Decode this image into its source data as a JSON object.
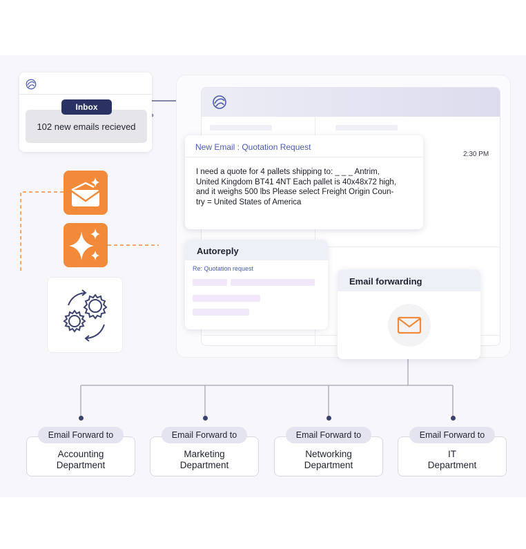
{
  "inbox": {
    "badge": "Inbox",
    "message": "102 new emails recieved"
  },
  "app": {
    "time": "2:30 PM"
  },
  "new_email": {
    "title": "New Email : Quotation Request",
    "body_lines": [
      "I need a quote for 4 pallets shipping to: _ _ _ Antrim,",
      "United Kingdom BT41 4NT Each pallet is 40x48x72 high,",
      "and it weighs 500 lbs Please select Freight Origin Coun-",
      "try = United States of America"
    ]
  },
  "autoreply": {
    "title": "Autoreply",
    "subject": "Re: Quotation request"
  },
  "forwarding": {
    "title": "Email forwarding"
  },
  "departments": [
    {
      "badge": "Email Forward to",
      "line1": "Accounting",
      "line2": "Department"
    },
    {
      "badge": "Email Forward to",
      "line1": "Marketing",
      "line2": "Department"
    },
    {
      "badge": "Email Forward to",
      "line1": "Networking",
      "line2": "Department"
    },
    {
      "badge": "Email Forward to",
      "line1": "IT",
      "line2": "Department"
    }
  ],
  "icons": {
    "brand": "brand-logo-icon",
    "envelope_sparkle": "envelope-sparkle-icon",
    "sparkles": "sparkles-icon",
    "gears_cycle": "gears-cycle-icon",
    "envelope": "envelope-icon"
  },
  "colors": {
    "accent_orange": "#f28a3a",
    "navy": "#2a3264",
    "link_blue": "#4a5bb0",
    "lavender": "#f1e9fb"
  }
}
